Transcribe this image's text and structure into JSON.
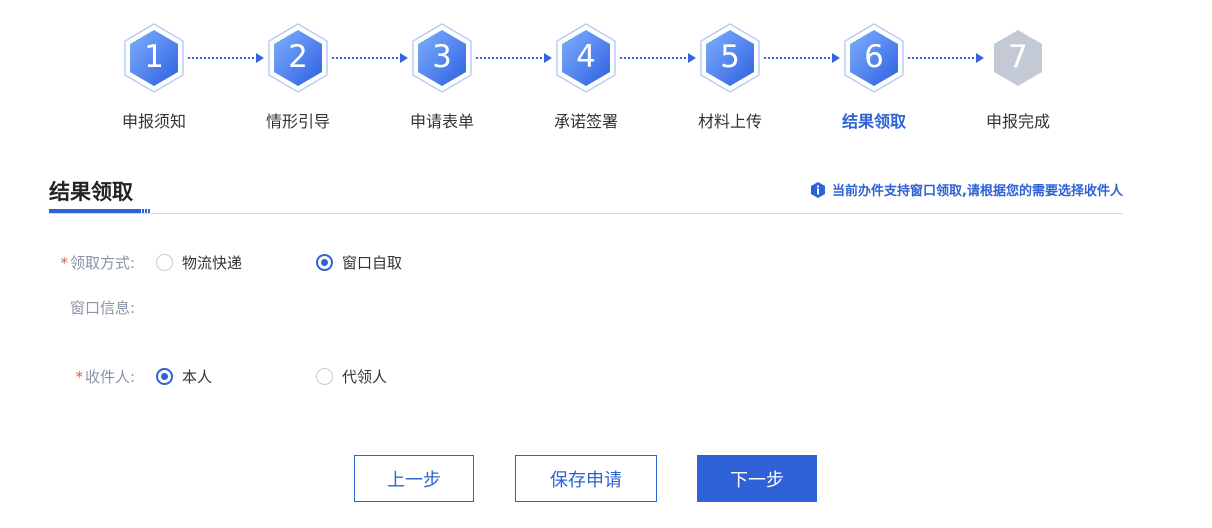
{
  "stepper": {
    "steps": [
      {
        "num": "1",
        "label": "申报须知",
        "state": "done"
      },
      {
        "num": "2",
        "label": "情形引导",
        "state": "done"
      },
      {
        "num": "3",
        "label": "申请表单",
        "state": "done"
      },
      {
        "num": "4",
        "label": "承诺签署",
        "state": "done"
      },
      {
        "num": "5",
        "label": "材料上传",
        "state": "done"
      },
      {
        "num": "6",
        "label": "结果领取",
        "state": "active"
      },
      {
        "num": "7",
        "label": "申报完成",
        "state": "pending"
      }
    ]
  },
  "section": {
    "title": "结果领取",
    "notice": "当前办件支持窗口领取,请根据您的需要选择收件人"
  },
  "form": {
    "pickup_method": {
      "required_mark": "*",
      "label": "领取方式:",
      "options": [
        "物流快递",
        "窗口自取"
      ],
      "selected": "窗口自取"
    },
    "window_info": {
      "label": "窗口信息:",
      "value": ""
    },
    "recipient": {
      "required_mark": "*",
      "label": "收件人:",
      "options": [
        "本人",
        "代领人"
      ],
      "selected": "本人"
    }
  },
  "buttons": {
    "prev": "上一步",
    "save": "保存申请",
    "next": "下一步"
  },
  "colors": {
    "accent": "#2e62d6",
    "step_active_start": "#6aa0ff",
    "step_active_end": "#2d5fe0",
    "step_pending": "#c3cad6",
    "required": "#e8543b",
    "label": "#8a94a6"
  }
}
